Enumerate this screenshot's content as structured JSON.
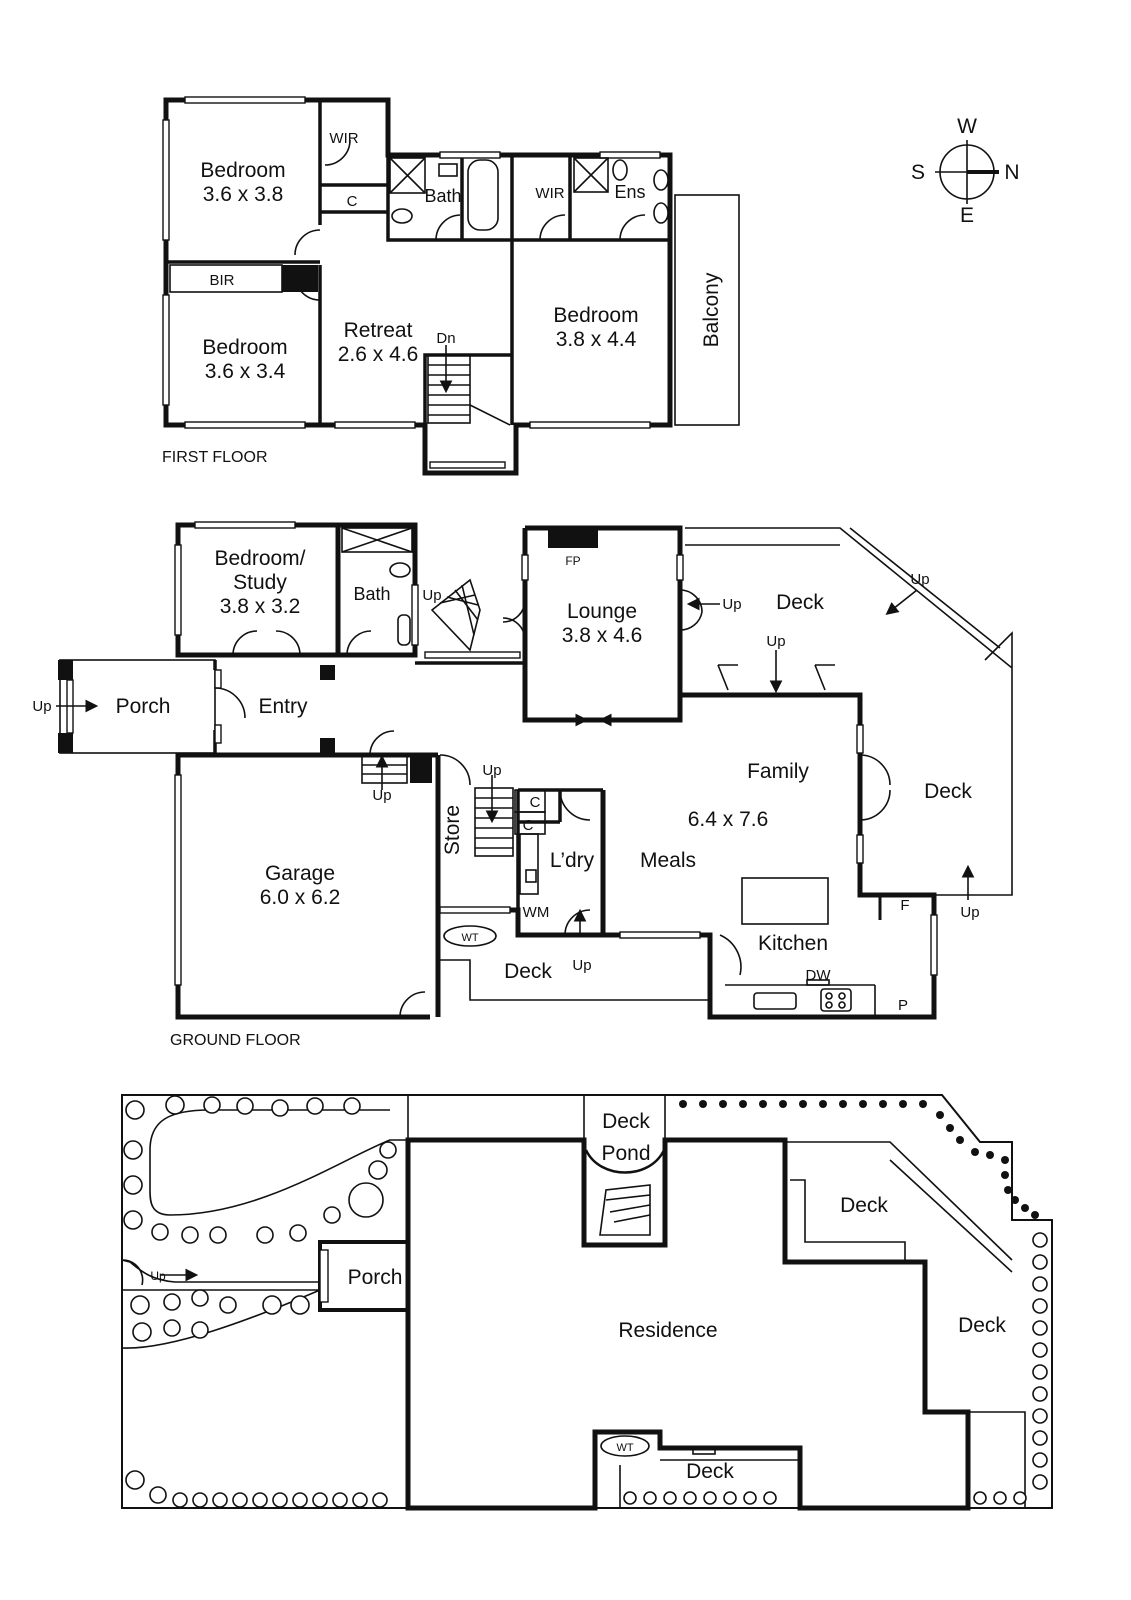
{
  "compass": {
    "w": "W",
    "s": "S",
    "n": "N",
    "e": "E"
  },
  "first_floor": {
    "caption": "FIRST FLOOR",
    "bedroom1": {
      "name": "Bedroom",
      "size": "3.6 x 3.8"
    },
    "wir1": "WIR",
    "c1": "C",
    "bir": "BIR",
    "bedroom2": {
      "name": "Bedroom",
      "size": "3.6 x 3.4"
    },
    "retreat": {
      "name": "Retreat",
      "size": "2.6 x 4.6"
    },
    "dn": "Dn",
    "bath": "Bath",
    "wir2": "WIR",
    "ens": "Ens",
    "bedroom3": {
      "name": "Bedroom",
      "size": "3.8 x 4.4"
    },
    "balcony": "Balcony"
  },
  "ground_floor": {
    "caption": "GROUND FLOOR",
    "bedroom_study": {
      "line1": "Bedroom/",
      "line2": "Study",
      "size": "3.8 x 3.2"
    },
    "bath": "Bath",
    "up_stair": "Up",
    "lounge": {
      "name": "Lounge",
      "size": "3.8 x 4.6"
    },
    "fp": "FP",
    "up_lounge": "Up",
    "deck_top": "Deck",
    "up_deck_diag": "Up",
    "up_family": "Up",
    "porch": "Porch",
    "up_porch": "Up",
    "entry": "Entry",
    "garage": {
      "name": "Garage",
      "size": "6.0 x 6.2"
    },
    "up_garage": "Up",
    "store": "Store",
    "up_store": "Up",
    "c_a": "C",
    "c_b": "C",
    "laundry": "L’dry",
    "wm": "WM",
    "up_laundry": "Up",
    "family": {
      "name": "Family",
      "size": "6.4 x 7.6"
    },
    "meals": "Meals",
    "deck_right": "Deck",
    "up_deck_right": "Up",
    "f": "F",
    "kitchen": "Kitchen",
    "dw": "DW",
    "p": "P",
    "wt": "WT",
    "deck_bottom": "Deck"
  },
  "site": {
    "deck_top": "Deck",
    "pond": "Pond",
    "deck_right_top": "Deck",
    "deck_right": "Deck",
    "porch": "Porch",
    "up": "Up",
    "residence": "Residence",
    "wt": "WT",
    "deck_bottom": "Deck"
  }
}
